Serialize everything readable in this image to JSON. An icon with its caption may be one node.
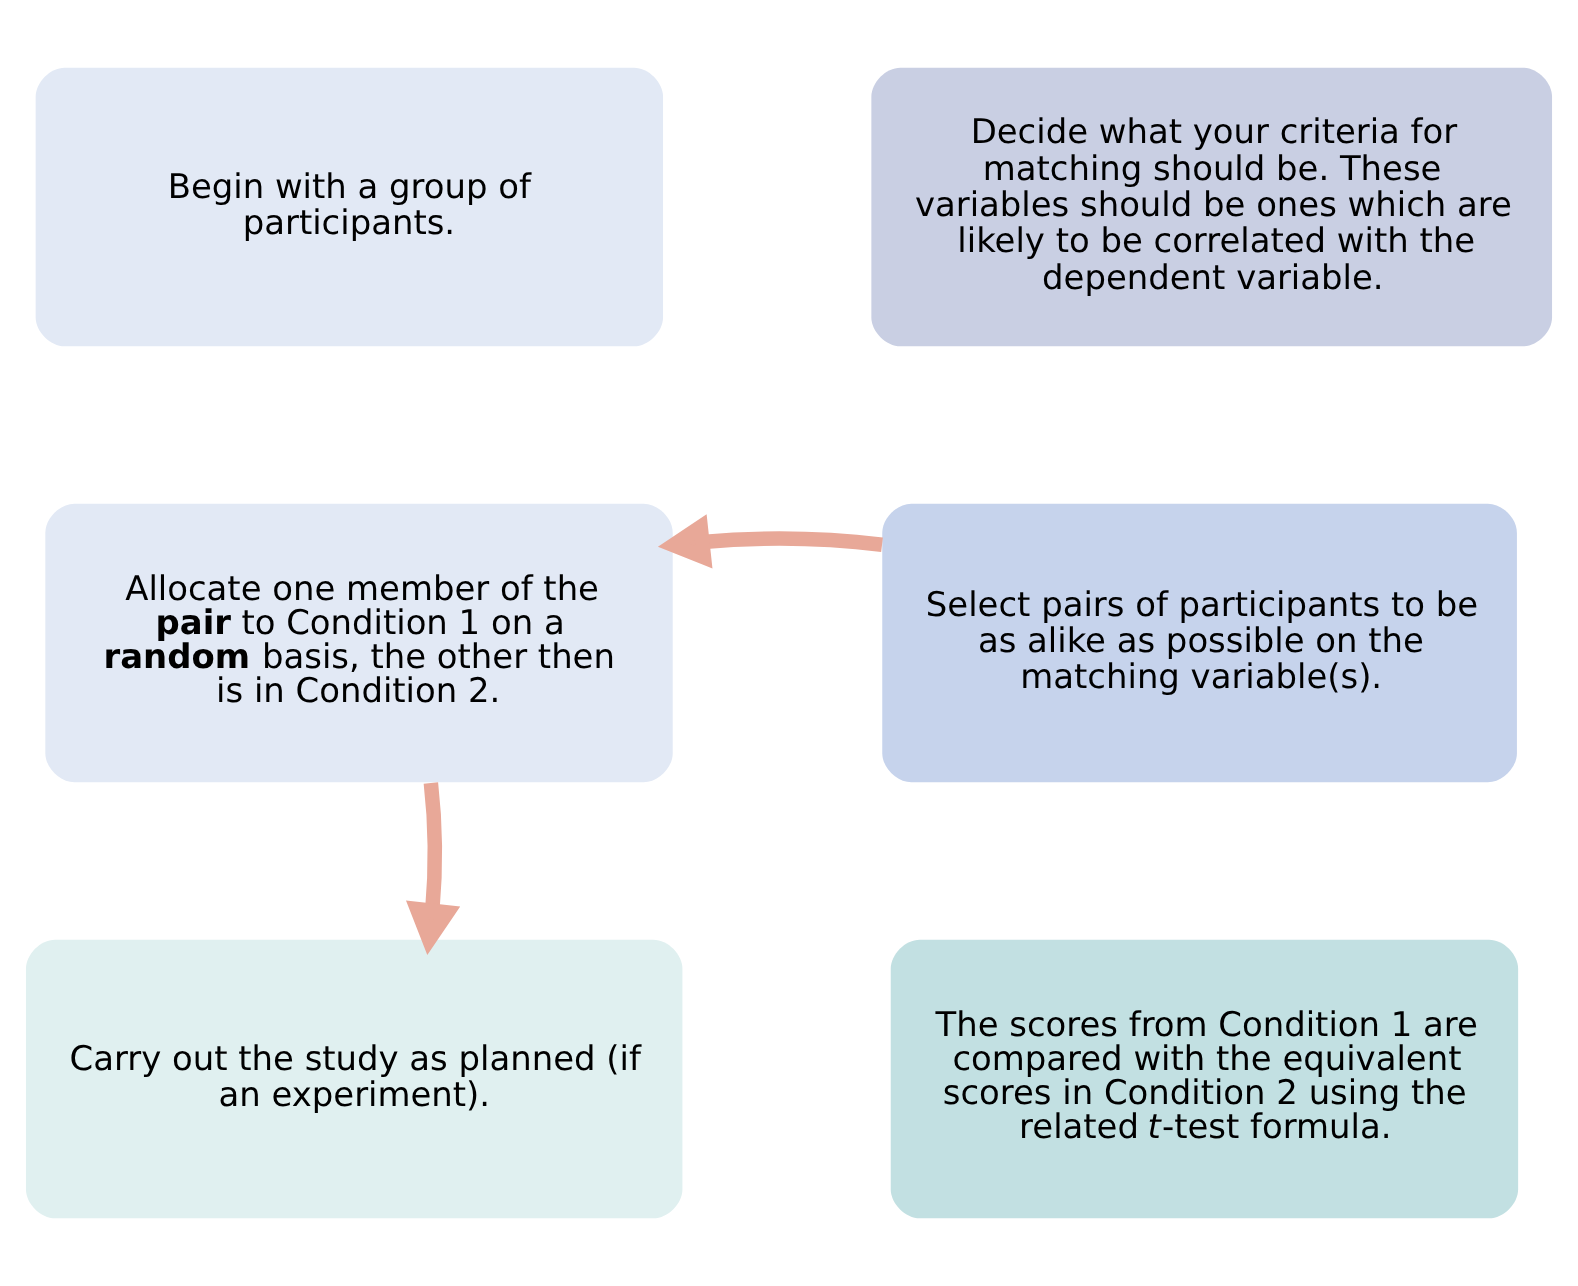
{
  "diagram": {
    "nodes": [
      {
        "text": [
          "Begin with a group of participants."
        ]
      },
      {
        "text": [
          "Decide what your criteria for matching should be. These variables should be ones which are likely to be correlated with the dependent variable."
        ]
      },
      {
        "text": [
          "Allocate one member of the **pair** to Condition 1 on a **random** basis, the other then is in Condition 2."
        ]
      },
      {
        "text": [
          "Select pairs of participants to be as alike as possible on the matching variable(s)."
        ]
      },
      {
        "text": [
          "Carry out the study as planned (if an experiment)."
        ]
      },
      {
        "text": [
          "The scores from Condition 1 are compared with the equivalent scores in Condition 2 using the related *t*-test formula."
        ]
      }
    ],
    "edges": [
      {
        "from": 3,
        "to": 2,
        "arrow": "to"
      },
      {
        "from": 2,
        "to": 4,
        "arrow": "to"
      }
    ]
  }
}
